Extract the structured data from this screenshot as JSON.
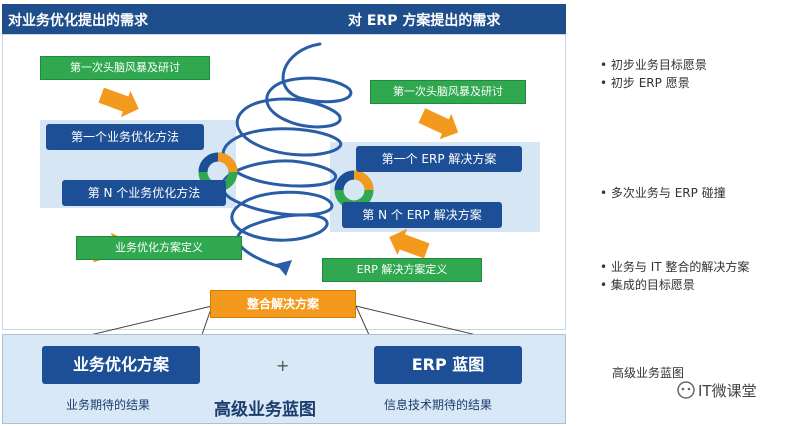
{
  "header": {
    "left_title": "对业务优化提出的需求",
    "right_title": "对 ERP 方案提出的需求"
  },
  "left_flow": {
    "brainstorm": "第一次头脑风暴及研讨",
    "first_method": "第一个业务优化方法",
    "nth_method": "第 N 个业务优化方法",
    "definition": "业务优化方案定义"
  },
  "right_flow": {
    "brainstorm": "第一次头脑风暴及研讨",
    "first_solution": "第一个 ERP 解决方案",
    "nth_solution": "第 N 个 ERP 解决方案",
    "definition": "ERP 解决方案定义"
  },
  "integrated": "整合解决方案",
  "bottom": {
    "left_box": "业务优化方案",
    "plus": "+",
    "right_box": "ERP 蓝图",
    "left_caption": "业务期待的结果",
    "center_title": "高级业务蓝图",
    "right_caption": "信息技术期待的结果"
  },
  "notes": {
    "group1": [
      "初步业务目标愿景",
      "初步 ERP 愿景"
    ],
    "group2": [
      "多次业务与 ERP 碰撞"
    ],
    "group3": [
      "业务与 IT 整合的解决方案",
      "集成的目标愿景"
    ],
    "final": "高级业务蓝图"
  },
  "watermark": "IT微课堂",
  "colors": {
    "header_blue": "#1f4e8c",
    "box_blue": "#1c4f95",
    "box_green": "#2fa84f",
    "box_orange": "#f39a1e",
    "band_light": "#d6e6f5",
    "spiral": "#2a5da8"
  }
}
